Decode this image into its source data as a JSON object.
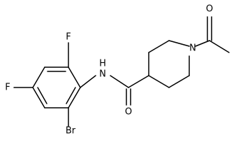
{
  "molecule": {
    "atoms": {
      "fluorine_top": "F",
      "fluorine_left": "F",
      "bromine": "Br",
      "amide_nitrogen": "N",
      "amide_hydrogen": "H",
      "piperidine_nitrogen": "N",
      "amide_oxygen": "O",
      "acetyl_oxygen": "O"
    }
  },
  "colors": {
    "bond": "#000000",
    "label": "#000000",
    "background": "#ffffff"
  }
}
